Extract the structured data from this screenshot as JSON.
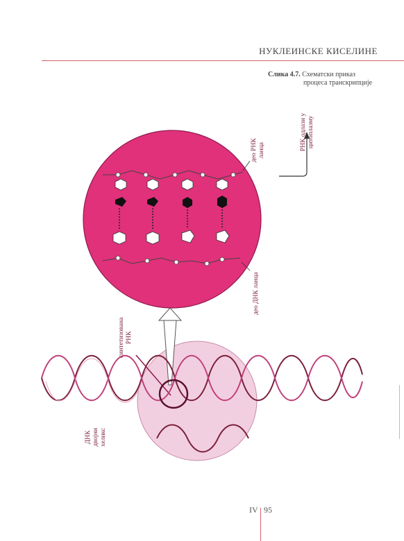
{
  "header": {
    "chapter_title": "НУКЛЕИНСКЕ КИСЕЛИНЕ"
  },
  "caption": {
    "label": "Слика 4.7.",
    "line1": "Схематски приказ",
    "line2": "процеса транскрипције"
  },
  "labels": {
    "rna_exit": [
      "РНК одлази у",
      "цитоплазму"
    ],
    "rna_strand": [
      "део РНК",
      "ланца"
    ],
    "dna_strand": [
      "део ДНК ланца"
    ],
    "synth_rna": [
      "синтетизована",
      "РНК"
    ],
    "dna_helix": [
      "ДНК",
      "двојни",
      "хеликс"
    ]
  },
  "footer": {
    "part": "IV",
    "page": "95"
  },
  "colors": {
    "magenta": "#e0317a",
    "pale_pink": "#f2cfe0",
    "accent_rule": "#d9606e",
    "label_dark_red": "#7a1f3a"
  }
}
